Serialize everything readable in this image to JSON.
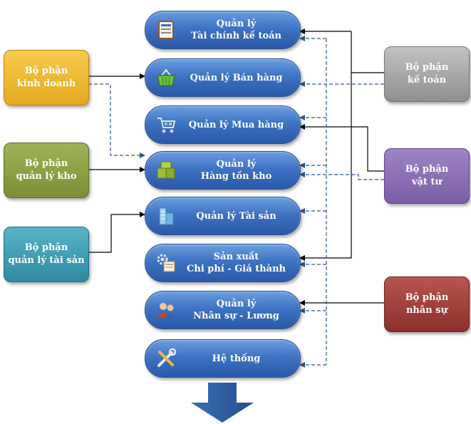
{
  "modules": [
    {
      "name": "tai-chinh-ke-toan",
      "icon": "accounting-book-icon",
      "lines": [
        "Quản lý",
        "Tài chính kế toán"
      ]
    },
    {
      "name": "ban-hang",
      "icon": "shopping-basket-icon",
      "lines": [
        "Quản lý Bán hàng"
      ]
    },
    {
      "name": "mua-hang",
      "icon": "shopping-cart-icon",
      "lines": [
        "Quản lý Mua hàng"
      ]
    },
    {
      "name": "hang-ton-kho",
      "icon": "warehouse-boxes-icon",
      "lines": [
        "Quản lý",
        "Hàng tồn kho"
      ]
    },
    {
      "name": "tai-san",
      "icon": "buildings-icon",
      "lines": [
        "Quản lý Tài sản"
      ]
    },
    {
      "name": "san-xuat",
      "icon": "production-gear-icon",
      "lines": [
        "Sản xuất",
        "Chi phí - Giá thành"
      ]
    },
    {
      "name": "nhan-su",
      "icon": "people-icon",
      "lines": [
        "Quản lý",
        "Nhân sự - Lương"
      ]
    },
    {
      "name": "he-thong",
      "icon": "tools-icon",
      "lines": [
        "Hệ thống"
      ]
    }
  ],
  "departments": {
    "kinh_doanh": [
      "Bộ phận",
      "kinh doanh"
    ],
    "quan_ly_kho": [
      "Bộ phận",
      "quản lý kho"
    ],
    "quan_ly_tai_san": [
      "Bộ phận",
      "quản lý tài sản"
    ],
    "ke_toan": [
      "Bộ phận",
      "kế toán"
    ],
    "vat_tu": [
      "Bộ phận",
      "vật tư"
    ],
    "nhan_su": [
      "Bộ phận",
      "nhân sự"
    ]
  },
  "colors": {
    "module_blue": "#3e73c4",
    "solid_line": "#000000",
    "dashed_line": "#2f5597",
    "down_arrow": "#2e5fa3"
  }
}
